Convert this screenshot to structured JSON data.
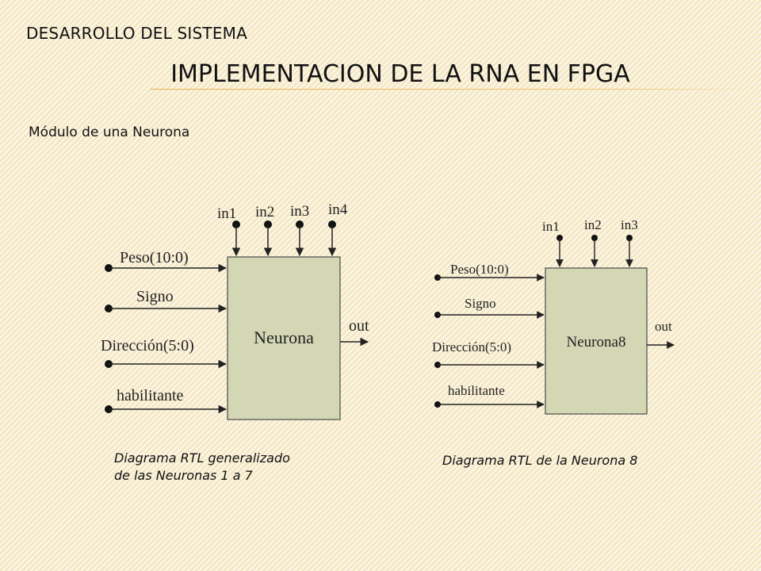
{
  "header": {
    "section": "DESARROLLO DEL SISTEMA",
    "title": "IMPLEMENTACION DE LA RNA EN FPGA"
  },
  "subtitle": "Módulo de una Neurona",
  "diagram_left": {
    "block_label": "Neurona",
    "top_inputs": [
      "in1",
      "in2",
      "in3",
      "in4"
    ],
    "left_inputs": [
      "Peso(10:0)",
      "Signo",
      "Dirección(5:0)",
      "habilitante"
    ],
    "output": "out",
    "caption_line1": "Diagrama RTL generalizado",
    "caption_line2": "de las Neuronas 1 a 7"
  },
  "diagram_right": {
    "block_label": "Neurona8",
    "top_inputs": [
      "in1",
      "in2",
      "in3"
    ],
    "left_inputs": [
      "Peso(10:0)",
      "Signo",
      "Dirección(5:0)",
      "habilitante"
    ],
    "output": "out",
    "caption": "Diagrama RTL de la Neurona 8"
  },
  "colors": {
    "block_fill": "#d4d7b4",
    "block_stroke": "#4a4a4a",
    "title_rule": "#e6b14a"
  }
}
